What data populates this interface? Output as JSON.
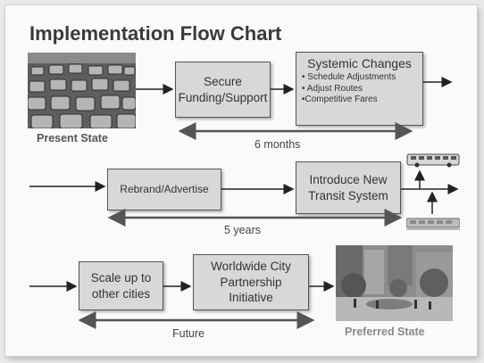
{
  "title": "Implementation Flow Chart",
  "row1": {
    "image_caption": "Present State",
    "box1": "Secure Funding/Support",
    "box2": {
      "title": "Systemic Changes",
      "items": [
        "• Schedule Adjustments",
        "• Adjust Routes",
        "•Competitive Fares"
      ]
    },
    "duration": "6 months"
  },
  "row2": {
    "box1": "Rebrand/Advertise",
    "box2": "Introduce New Transit System",
    "duration": "5 years"
  },
  "row3": {
    "box1": "Scale up to other cities",
    "box2": "Worldwide City Partnership Initiative",
    "duration": "Future",
    "image_caption": "Preferred State"
  },
  "colors": {
    "box_fill": "#d8d8d8",
    "box_border": "#555555",
    "arrow": "#222222",
    "bg": "#fafafa"
  },
  "images": {
    "present_state": "traffic-jam-photo",
    "preferred_state": "urban-plaza-photo",
    "bus": "bus-icon",
    "train": "light-rail-train-icon"
  }
}
